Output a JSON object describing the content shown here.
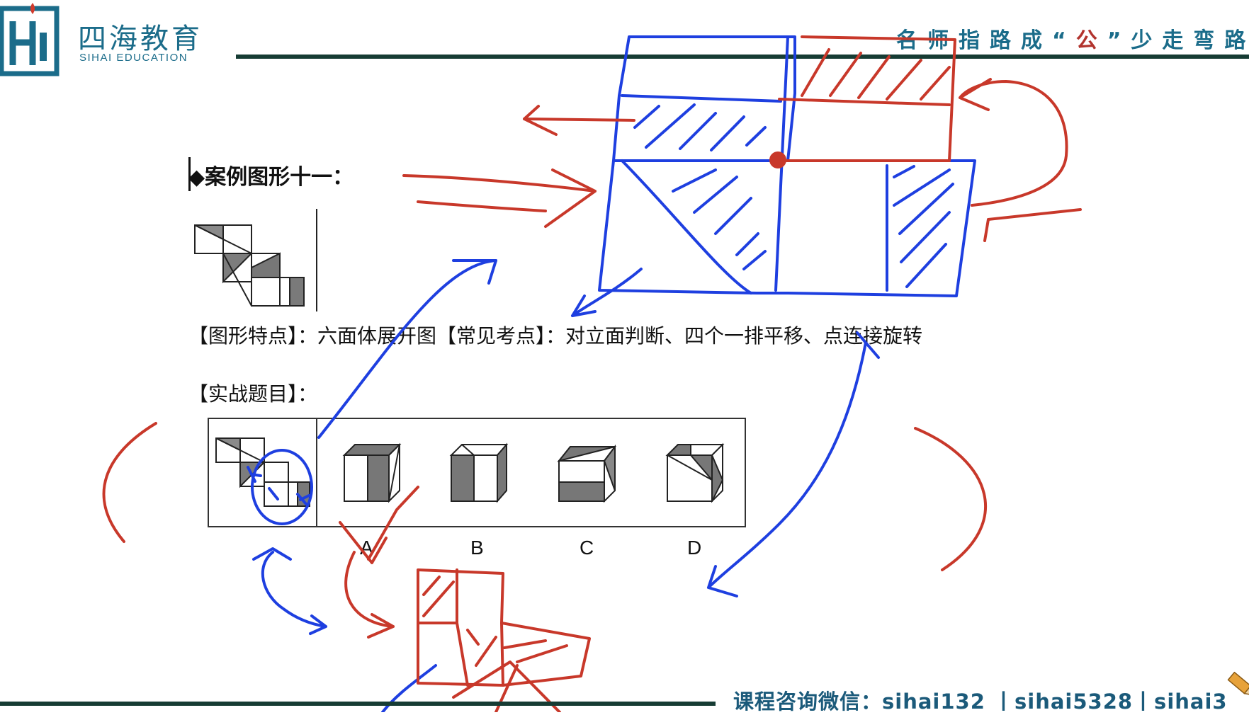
{
  "header": {
    "logo_cn": "四海教育",
    "logo_en": "SIHAI EDUCATION",
    "slogan_pre": "名师指路成“",
    "slogan_highlight": "公",
    "slogan_post": "”少走弯路"
  },
  "content": {
    "case_title": "◆案例图形十一：",
    "features": "【图形特点】：六面体展开图【常见考点】：对立面判断、四个一排平移、点连接旋转",
    "practice": "【实战题目】：",
    "options": [
      "A",
      "B",
      "C",
      "D"
    ]
  },
  "footer": {
    "contact": "课程咨询微信：sihai132 丨sihai5328丨sihai3"
  },
  "annotation_colors": {
    "blue": "#1e3fe0",
    "red": "#c8382a"
  },
  "icons": [
    "logo-mark-icon",
    "pencil-icon"
  ]
}
